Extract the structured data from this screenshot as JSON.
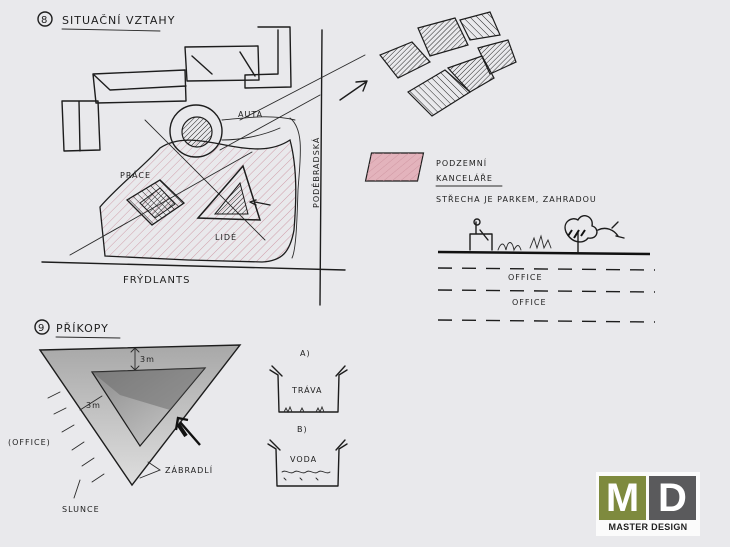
{
  "section8": {
    "number": "8",
    "title": "SITUAČNÍ VZTAHY",
    "labels": {
      "auta": "AUTA",
      "prace": "PRÁCE",
      "lide": "LIDÉ",
      "podebradska": "PODĚBRADSKÁ",
      "frydlantska": "FRÝDLANTS"
    }
  },
  "legend": {
    "line1": "PODZEMNÍ",
    "line2": "KANCELÁŘE",
    "note": "STŘECHA JE PARKEM, ZAHRADOU",
    "office1": "OFFICE",
    "office2": "OFFICE",
    "swatch_color": "#e3b3bc"
  },
  "section9": {
    "number": "9",
    "title": "PŘÍKOPY",
    "dim_top": "3m",
    "dim_side": "3m",
    "office": "(OFFICE)",
    "slunce": "SLUNCE",
    "zabradli": "ZÁBRADLÍ",
    "a": "A)",
    "trava": "TRÁVA",
    "b": "B)",
    "voda": "VODA"
  },
  "logo": {
    "m": "M",
    "d": "D",
    "name": "MASTER DESIGN",
    "color_m": "#7e8a3e",
    "color_d": "#5a5a5c"
  }
}
